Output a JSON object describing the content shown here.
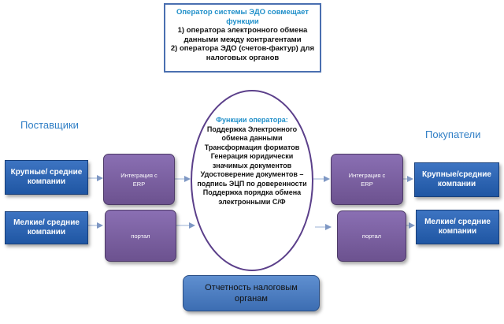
{
  "top_box": {
    "title": "Оператор системы ЭДО совмещает функции",
    "lines": [
      "1)  оператора электронного обмена данными между контрагентами",
      "2) оператора ЭДО (счетов-фактур) для налоговых органов"
    ]
  },
  "left": {
    "title": "Поставщики",
    "large": "Крупные/ средние компании",
    "small": "Мелкие/ средние компании",
    "integration": "Интеграция с ERP",
    "portal": "портал"
  },
  "right": {
    "title": "Покупатели",
    "large": "Крупные/средние компании",
    "small": "Мелкие/ средние компании",
    "integration": "Интеграция с ERP",
    "portal": "портал"
  },
  "center": {
    "title": "Функции оператора:",
    "lines": [
      "Поддержка Электронного обмена данными",
      "Трансформация форматов",
      "Генерация юридически значимых документов",
      "Удостоверение документов – подпись ЭЦП по доверенности",
      "Поддержка порядка обмена электронными С/Ф"
    ]
  },
  "bottom": {
    "label": "Отчетность налоговым органам"
  },
  "colors": {
    "blue_box": "#2a62b0",
    "purple_box": "#7a5fa3",
    "ellipse_border": "#5b3f8a",
    "title_text": "#2f7ec5"
  }
}
